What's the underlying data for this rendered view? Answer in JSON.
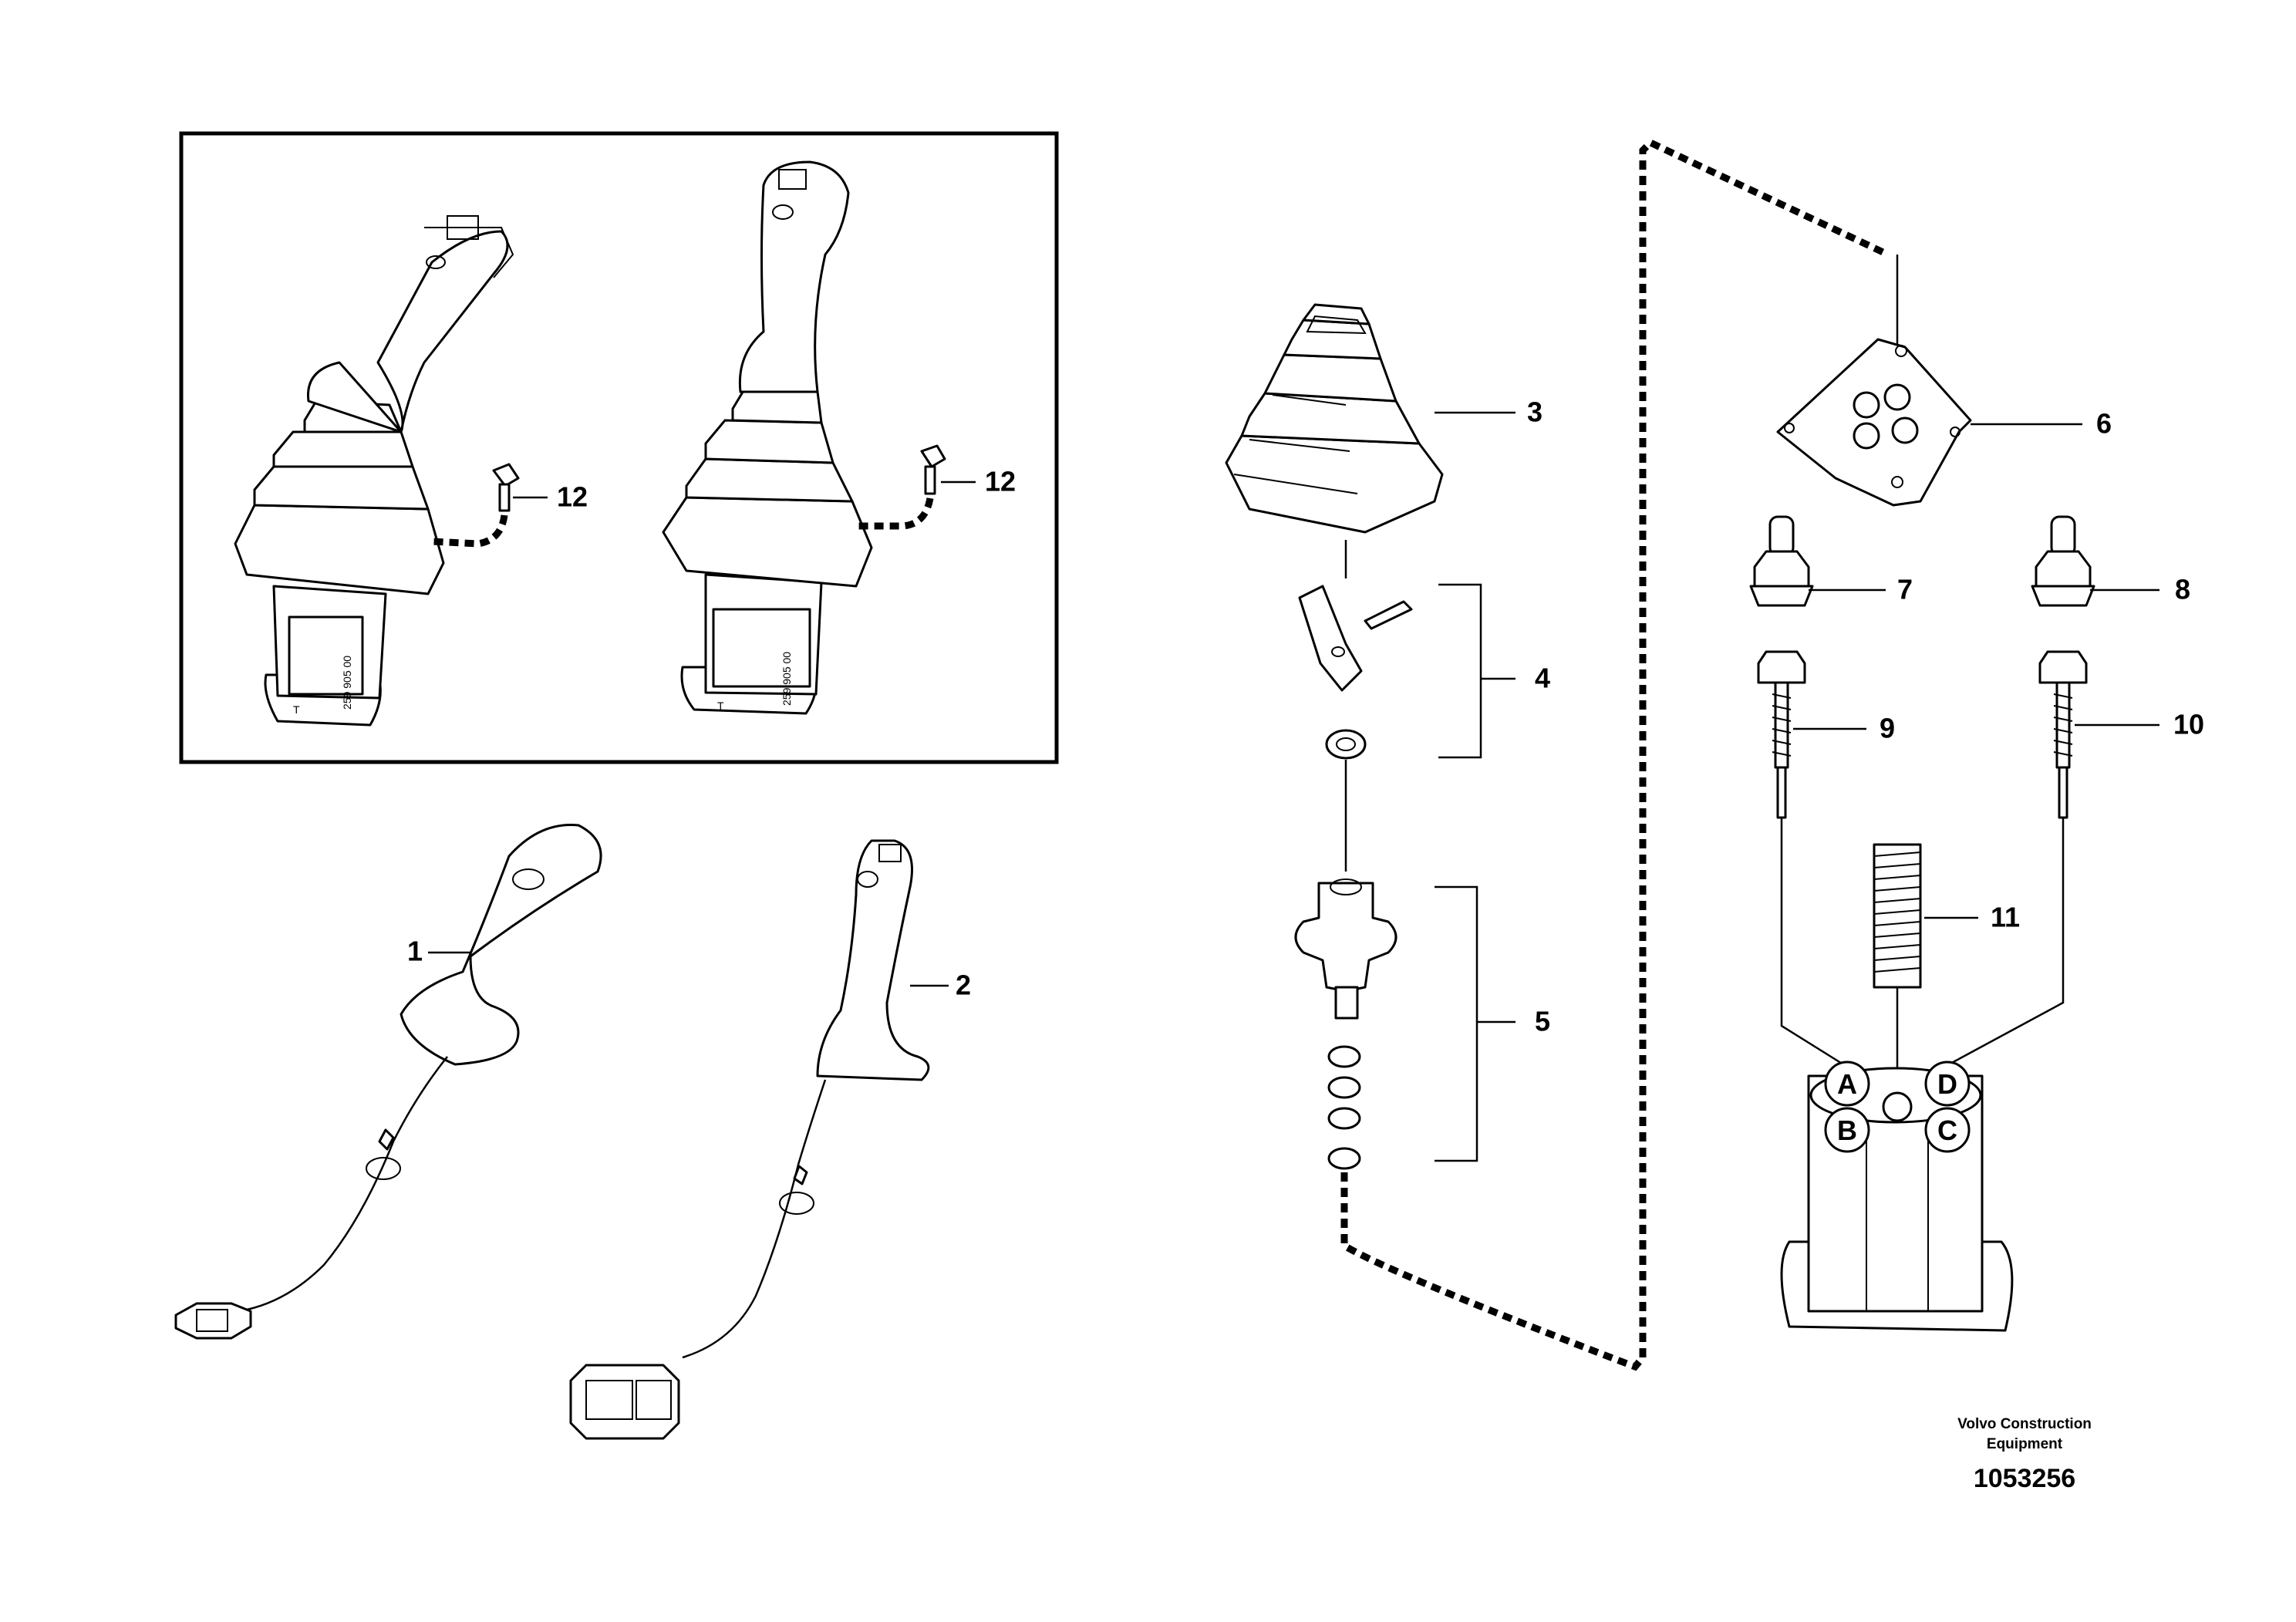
{
  "callouts": [
    {
      "id": "1",
      "text": "1"
    },
    {
      "id": "2",
      "text": "2"
    },
    {
      "id": "3",
      "text": "3"
    },
    {
      "id": "4",
      "text": "4"
    },
    {
      "id": "5",
      "text": "5"
    },
    {
      "id": "6",
      "text": "6"
    },
    {
      "id": "7",
      "text": "7"
    },
    {
      "id": "8",
      "text": "8"
    },
    {
      "id": "9",
      "text": "9"
    },
    {
      "id": "10",
      "text": "10"
    },
    {
      "id": "11",
      "text": "11"
    },
    {
      "id": "12a",
      "text": "12"
    },
    {
      "id": "12b",
      "text": "12"
    }
  ],
  "port_letters": [
    "A",
    "B",
    "C",
    "D"
  ],
  "stamp_text": "259 905 00",
  "stamp_letter": "T",
  "footer": {
    "line1": "Volvo Construction",
    "line2": "Equipment",
    "drawing_number": "1053256"
  }
}
